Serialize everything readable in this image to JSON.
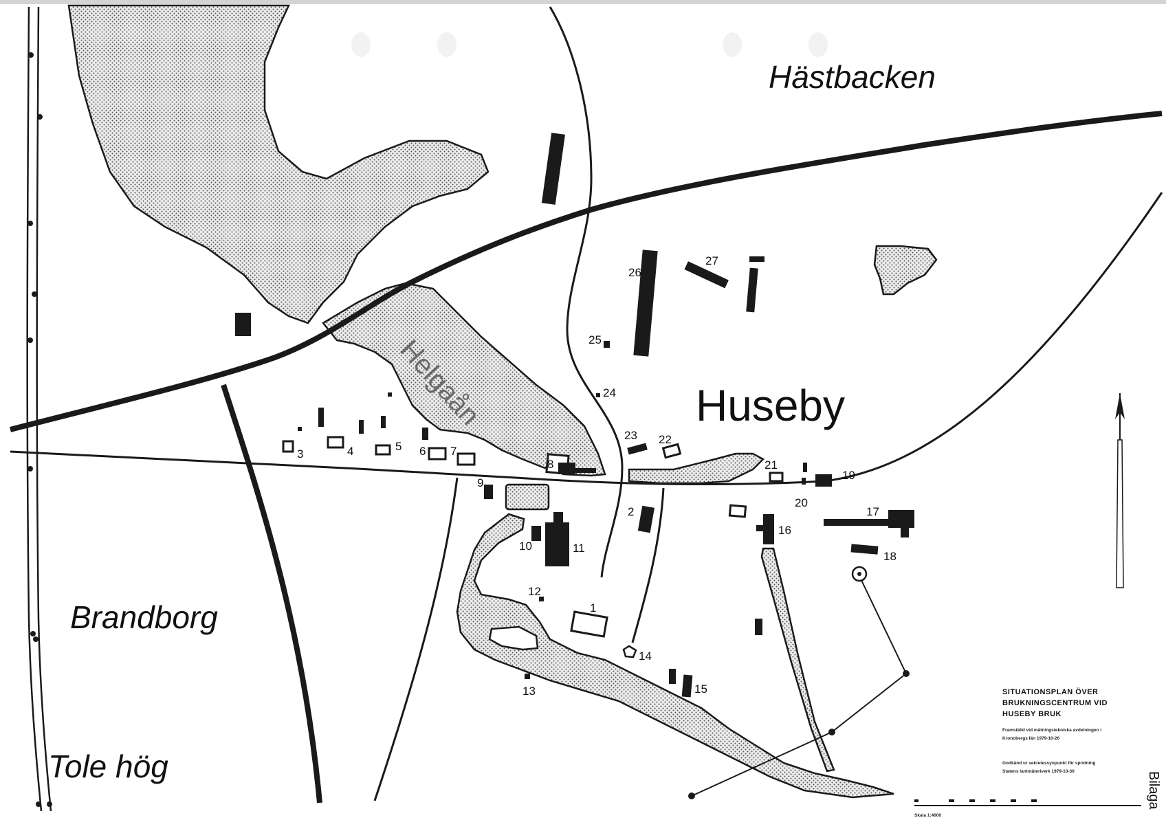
{
  "places": {
    "hastbacken": "Hästbacken",
    "huseby": "Huseby",
    "brandborg": "Brandborg",
    "tole_hog": "Tole hög",
    "helgaan": "Helgaån"
  },
  "building_numbers": [
    "1",
    "2",
    "3",
    "4",
    "5",
    "6",
    "7",
    "8",
    "9",
    "10",
    "11",
    "12",
    "13",
    "14",
    "15",
    "16",
    "17",
    "18",
    "19",
    "20",
    "21",
    "22",
    "23",
    "24",
    "25",
    "26",
    "27"
  ],
  "legend": {
    "line1": "SITUATIONSPLAN ÖVER",
    "line2": "BRUKNINGSCENTRUM VID",
    "line3": "HUSEBY BRUK",
    "line4": "Framställd vid mätningstekniska avdelningen i",
    "line5": "Kronobergs län 1979-10-26",
    "line6": "Godkänd ur sekretessynpunkt för spridning",
    "line7": "Statens lantmäteriverk 1979-10-30",
    "scale": "Skala 1:4000",
    "appendix": "Bilaga"
  },
  "colors": {
    "ink": "#1a1a1a",
    "paper": "#ffffff",
    "water_dots": "#555555"
  }
}
